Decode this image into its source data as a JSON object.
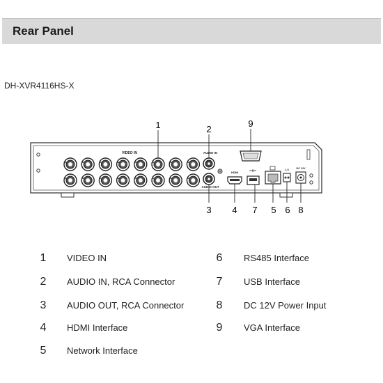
{
  "header": {
    "title": "Rear Panel"
  },
  "model": "DH-XVR4116HS-X",
  "panel": {
    "video_in_label": "VIDEO IN",
    "audio_in_label": "AUDIO IN",
    "audio_out_label": "AUDIO OUT",
    "hdmi_label": "HDMI",
    "dc_label": "DC 12V"
  },
  "callouts": [
    "1",
    "2",
    "9",
    "3",
    "4",
    "7",
    "5",
    "6",
    "8"
  ],
  "legend": [
    {
      "num": "1",
      "label": "VIDEO IN"
    },
    {
      "num": "2",
      "label": "AUDIO IN, RCA Connector"
    },
    {
      "num": "3",
      "label": "AUDIO OUT, RCA Connector"
    },
    {
      "num": "4",
      "label": "HDMI Interface"
    },
    {
      "num": "5",
      "label": "Network Interface"
    },
    {
      "num": "6",
      "label": "RS485 Interface"
    },
    {
      "num": "7",
      "label": "USB Interface"
    },
    {
      "num": "8",
      "label": "DC 12V Power Input"
    },
    {
      "num": "9",
      "label": "VGA Interface"
    }
  ]
}
